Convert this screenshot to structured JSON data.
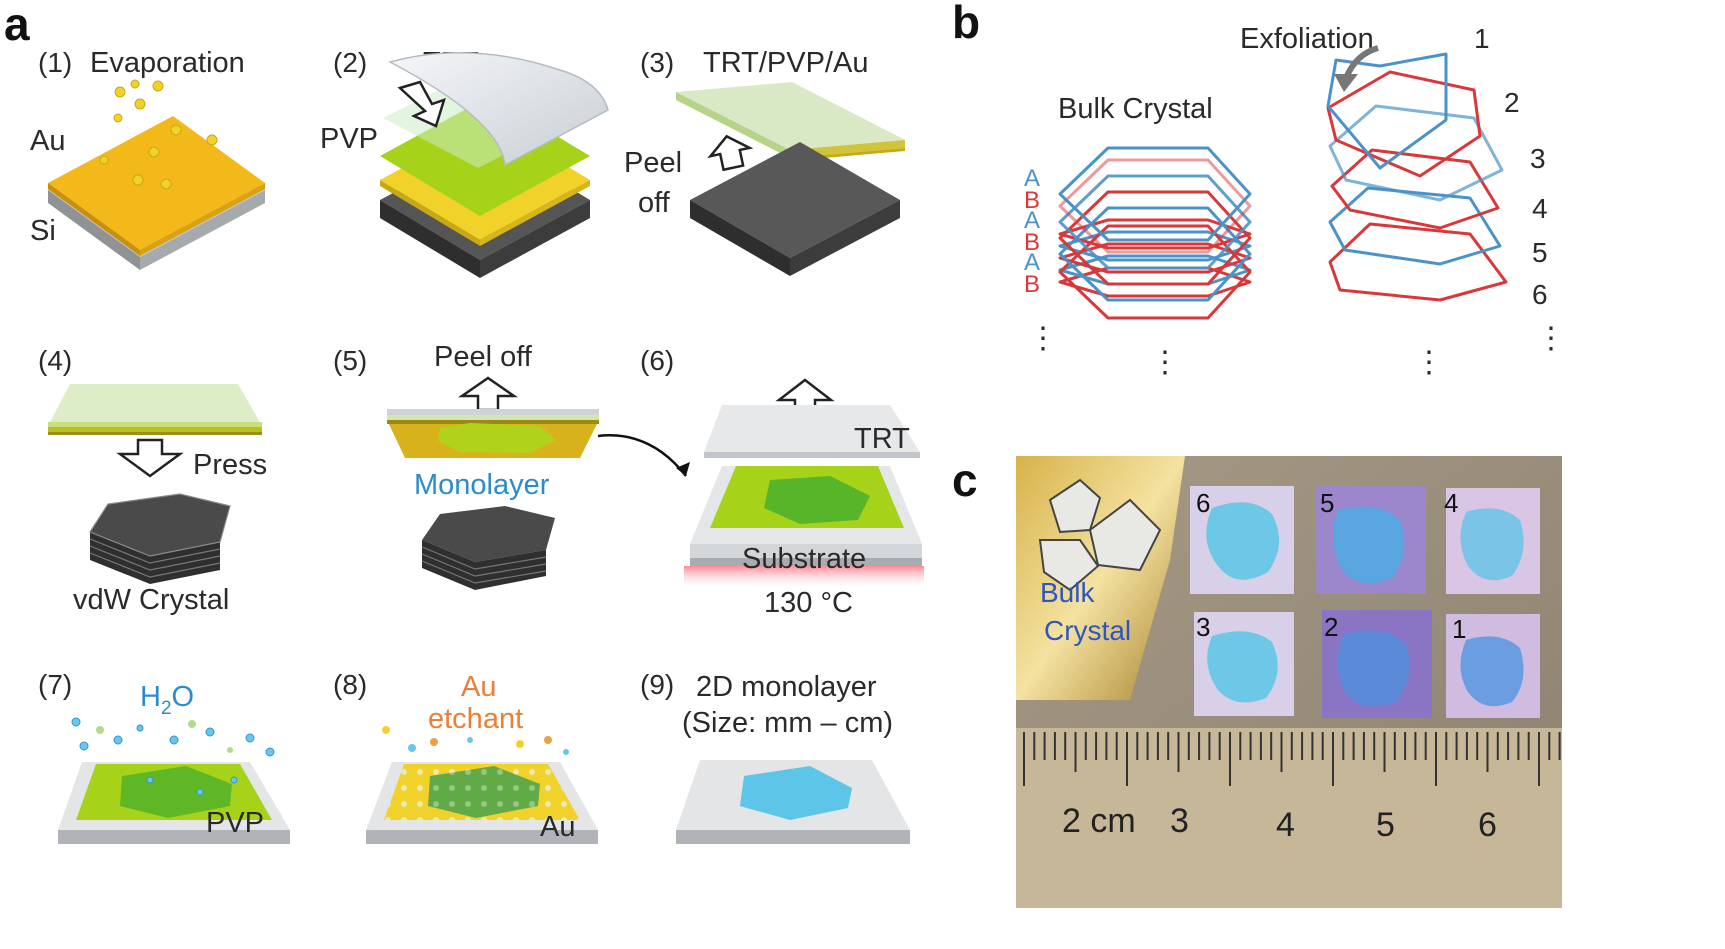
{
  "panel_labels": {
    "a": "a",
    "b": "b",
    "c": "c"
  },
  "steps": [
    {
      "num": "(1)",
      "title": "Evaporation"
    },
    {
      "num": "(2)",
      "title": "TRT"
    },
    {
      "num": "(3)",
      "title": "TRT/PVP/Au"
    },
    {
      "num": "(4)",
      "title": ""
    },
    {
      "num": "(5)",
      "title": "Peel off"
    },
    {
      "num": "(6)",
      "title": ""
    },
    {
      "num": "(7)",
      "title": ""
    },
    {
      "num": "(8)",
      "title": ""
    },
    {
      "num": "(9)",
      "title": "2D monolayer"
    }
  ],
  "labels": {
    "au": "Au",
    "si": "Si",
    "pvp": "PVP",
    "peel": "Peel",
    "off": "off",
    "press": "Press",
    "vdw_crystal": "vdW Crystal",
    "monolayer": "Monolayer",
    "trt": "TRT",
    "substrate": "Substrate",
    "temp": "130 °C",
    "h2o_h": "H",
    "h2o_sub": "2",
    "h2o_o": "O",
    "au_etchant_1": "Au",
    "au_etchant_2": "etchant",
    "pvp7": "PVP",
    "au8": "Au",
    "size": "(Size: mm – cm)"
  },
  "panel_b": {
    "bulk_title": "Bulk Crystal",
    "exfoliation": "Exfoliation",
    "stack_letters": [
      "A",
      "B",
      "A",
      "B",
      "A",
      "B"
    ],
    "layer_numbers": [
      "1",
      "2",
      "3",
      "4",
      "5",
      "6"
    ],
    "ellipsis": "⋮"
  },
  "panel_c": {
    "bulk_label_1": "Bulk",
    "bulk_label_2": "Crystal",
    "sample_numbers": [
      "6",
      "5",
      "4",
      "3",
      "2",
      "1"
    ],
    "ruler_labels": [
      "2 cm",
      "3",
      "4",
      "5",
      "6"
    ]
  },
  "colors": {
    "gold": "#f3b81a",
    "lime": "#a6cf1a",
    "monolayer": "#5dc6e8",
    "layer_red": "#d9383a",
    "layer_blue": "#4a93c8"
  }
}
